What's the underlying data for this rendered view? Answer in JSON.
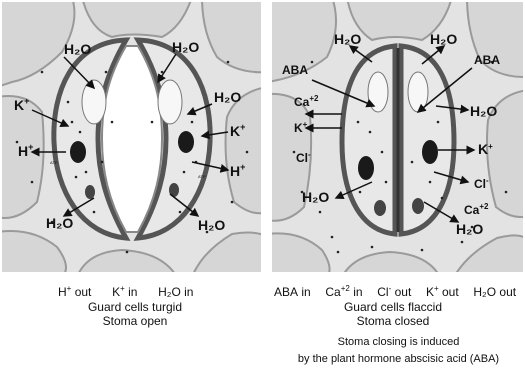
{
  "left": {
    "labels": {
      "h2o_top_left": "H₂O",
      "h2o_top_right": "H₂O",
      "h2o_right_mid": "H₂O",
      "k_left": "K",
      "k_right": "K",
      "h_left": "H",
      "h_right": "H",
      "h2o_bottom_left": "H₂O",
      "h2o_bottom_right": "H₂O",
      "atp_left": "ATP",
      "atp_right": "ATP"
    },
    "flows": [
      {
        "ion": "H",
        "charge": "+",
        "dir": "out"
      },
      {
        "ion": "K",
        "charge": "+",
        "dir": "in"
      },
      {
        "ion": "H₂O",
        "charge": "",
        "dir": "in"
      }
    ],
    "caption_title": "Guard cells turgid",
    "caption_sub": "Stoma open"
  },
  "right": {
    "labels": {
      "h2o_top_left": "H₂O",
      "h2o_top_right": "H₂O",
      "aba_left": "ABA",
      "aba_right": "ABA",
      "ca_left": "Ca",
      "ca_left_sup": "+2",
      "k_left": "K",
      "h2o_right_mid": "H₂O",
      "cl_left": "Cl",
      "k_right": "K",
      "cl_right": "Cl",
      "h2o_bottom_left": "H₂O",
      "ca_right": "Ca",
      "ca_right_sup": "+2",
      "h2o_bottom_right": "H₂O"
    },
    "flows": [
      {
        "ion": "ABA",
        "charge": "",
        "dir": "in"
      },
      {
        "ion": "Ca",
        "charge": "+2",
        "dir": "in"
      },
      {
        "ion": "Cl",
        "charge": "-",
        "dir": "out"
      },
      {
        "ion": "K",
        "charge": "+",
        "dir": "out"
      },
      {
        "ion": "H₂O",
        "charge": "",
        "dir": "out"
      }
    ],
    "caption_title": "Guard cells flaccid",
    "caption_sub": "Stoma closed",
    "note_line1": "Stoma closing is induced",
    "note_line2": "by the plant hormone abscisic acid (ABA)"
  },
  "colors": {
    "background_cells": "#d9d9d9",
    "cell_outline": "#9a9a9a",
    "guard_wall": "#6b6b6b",
    "guard_fill": "#e6e6e6",
    "nucleus": "#1a1a1a",
    "vacuole": "#f4f4f4",
    "text": "#111111"
  }
}
